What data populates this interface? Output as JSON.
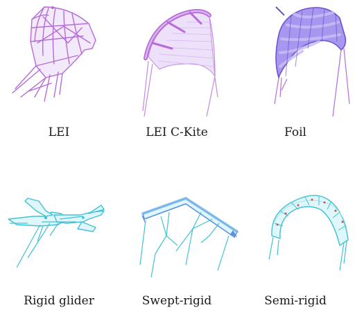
{
  "colors": {
    "purple_line": "#b76ad8",
    "purple_fill": "#ece0fa",
    "purple_dark": "#7a4fd6",
    "purple_mid": "#9b7fe6",
    "cyan_line": "#3fc2d4",
    "cyan_fill": "#dff6fb",
    "blue_edge": "#5b8fe0",
    "red_joint": "#d05050"
  },
  "kites": [
    {
      "caption": "LEI",
      "icon": "lei-kite-icon"
    },
    {
      "caption": "LEI C-Kite",
      "icon": "lei-c-kite-icon"
    },
    {
      "caption": "Foil",
      "icon": "foil-kite-icon"
    },
    {
      "caption": "Rigid glider",
      "icon": "rigid-glider-icon"
    },
    {
      "caption": "Swept-rigid",
      "icon": "swept-rigid-kite-icon"
    },
    {
      "caption": "Semi-rigid",
      "icon": "semi-rigid-kite-icon"
    }
  ]
}
